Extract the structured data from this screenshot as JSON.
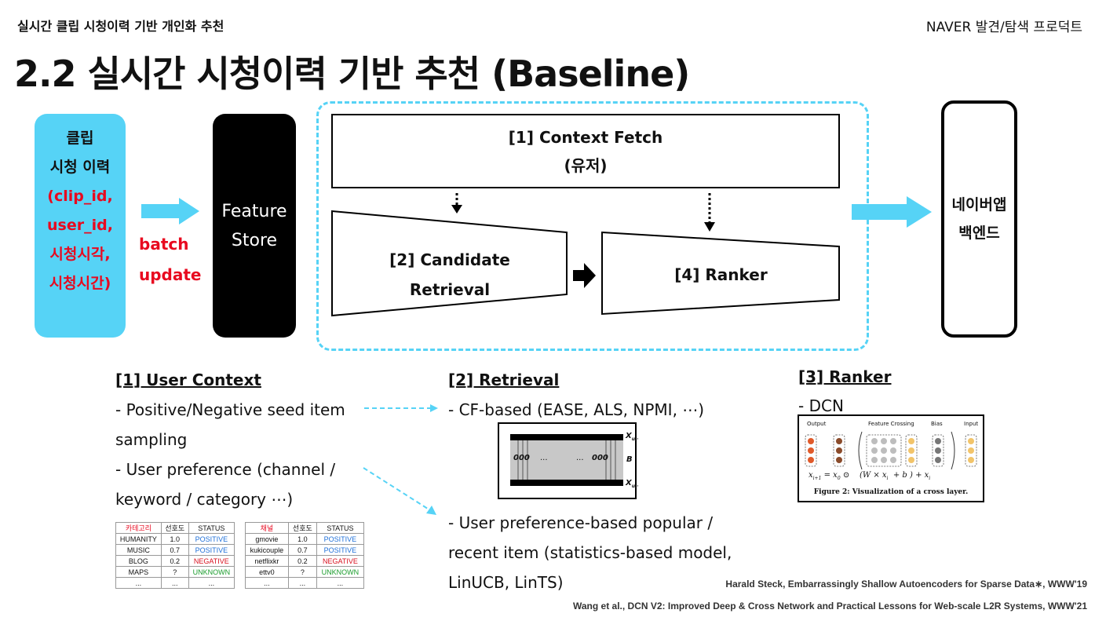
{
  "header": {
    "left": "실시간 클립 시청이력 기반 개인화 추천",
    "right": "NAVER 발견/탐색 프로덕트"
  },
  "title": "2.2 실시간 시청이력 기반 추천 (Baseline)",
  "pipeline": {
    "clip_box": {
      "line1": "클립",
      "line2": "시청 이력",
      "fields": [
        "(clip_id,",
        "user_id,",
        "시청시각,",
        "시청시간)"
      ]
    },
    "batch": {
      "line1": "batch",
      "line2": "update"
    },
    "feature_store": {
      "line1": "Feature",
      "line2": "Store"
    },
    "context_fetch": {
      "line1": "[1] Context Fetch",
      "line2": "(유저)"
    },
    "candidate": {
      "line1": "[2] Candidate",
      "line2": "Retrieval"
    },
    "ranker": "[4] Ranker",
    "backend": {
      "line1": "네이버앱",
      "line2": "백엔드"
    }
  },
  "user_context": {
    "title": "[1] User Context",
    "item1a": "-  Positive/Negative seed item",
    "item1b": "sampling",
    "item2a": "- User preference (channel /",
    "item2b": "keyword / category ⋯)",
    "table1": {
      "headers": [
        "카테고리",
        "선호도",
        "STATUS"
      ],
      "rows": [
        [
          "HUMANITY",
          "1.0",
          "POSITIVE"
        ],
        [
          "MUSIC",
          "0.7",
          "POSITIVE"
        ],
        [
          "BLOG",
          "0.2",
          "NEGATIVE"
        ],
        [
          "MAPS",
          "?",
          "UNKNOWN"
        ],
        [
          "...",
          "...",
          "..."
        ]
      ]
    },
    "table2": {
      "headers": [
        "채널",
        "선호도",
        "STATUS"
      ],
      "rows": [
        [
          "gmovie",
          "1.0",
          "POSITIVE"
        ],
        [
          "kukicouple",
          "0.7",
          "POSITIVE"
        ],
        [
          "netflixkr",
          "0.2",
          "NEGATIVE"
        ],
        [
          "ettv0",
          "?",
          "UNKNOWN"
        ],
        [
          "...",
          "...",
          "..."
        ]
      ]
    }
  },
  "retrieval": {
    "title": "[2] Retrieval",
    "cf": "- CF-based (EASE, ALS, NPMI, ⋯)",
    "pop1": "- User preference-based popular /",
    "pop2": "recent item  (statistics-based model,",
    "pop3": "LinUCB, LinTS)",
    "figure": {
      "left_digits": "000",
      "dots": "...",
      "right_digits": "000",
      "label_top": "X",
      "label_top_sub": "u,·",
      "label_mid": "B",
      "label_bot": "X",
      "label_bot_sub": "u,·"
    }
  },
  "ranker_section": {
    "title": "[3] Ranker",
    "item": "- DCN",
    "figure": {
      "labels": [
        "Output",
        "Feature Crossing",
        "Bias",
        "Input"
      ],
      "eq": [
        "x",
        "i+1",
        "=",
        "x",
        "0",
        "⊙",
        "(W",
        "×",
        "x",
        "i",
        "+",
        "b",
        ")",
        "+",
        "x",
        "i"
      ],
      "caption": "Figure 2: Visualization of a cross layer."
    }
  },
  "refs": [
    "Harald Steck, Embarrassingly Shallow Autoencoders for Sparse Data∗, WWW'19",
    "Wang et al., DCN V2: Improved Deep & Cross Network and Practical Lessons for Web-scale L2R Systems, WWW'21"
  ],
  "colors": {
    "accent_blue": "#56d3f6",
    "red": "#e8091f",
    "positive": "#1e6fd8",
    "negative": "#d8101e",
    "unknown": "#1a9c2c"
  }
}
